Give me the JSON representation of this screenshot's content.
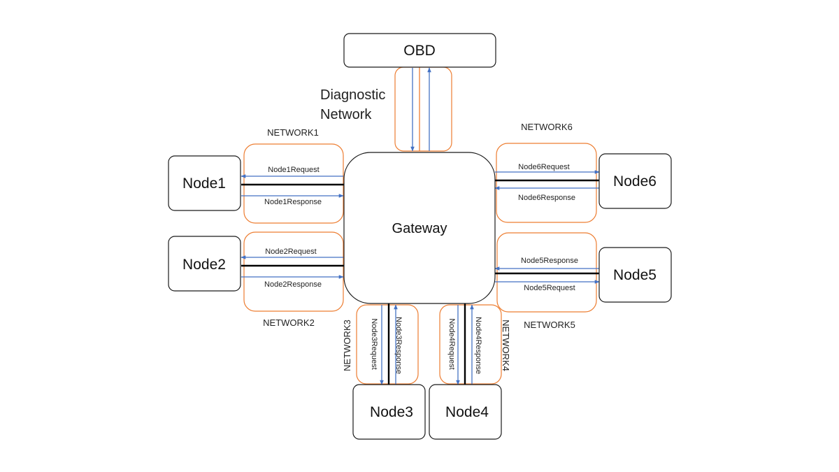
{
  "colors": {
    "node_border": "#1a1a1a",
    "network_border": "#ED7D31",
    "message_arrow": "#4472C4",
    "bus_line": "#000000"
  },
  "gateway": {
    "label": "Gateway"
  },
  "obd": {
    "label": "OBD"
  },
  "diagnostic_network": {
    "line1": "Diagnostic",
    "line2": "Network"
  },
  "nodes": {
    "node1": "Node1",
    "node2": "Node2",
    "node3": "Node3",
    "node4": "Node4",
    "node5": "Node5",
    "node6": "Node6"
  },
  "networks": {
    "network1": "NETWORK1",
    "network2": "NETWORK2",
    "network3": "NETWORK3",
    "network4": "NETWORK4",
    "network5": "NETWORK5",
    "network6": "NETWORK6"
  },
  "messages": {
    "node1_request": "Node1Request",
    "node1_response": "Node1Response",
    "node2_request": "Node2Request",
    "node2_response": "Node2Response",
    "node3_request": "Node3Request",
    "node3_response": "Node3Response",
    "node4_request": "Node4Request",
    "node4_response": "Node4Response",
    "node5_response": "Node5Response",
    "node5_request": "Node5Request",
    "node6_request": "Node6Request",
    "node6_response": "Node6Response"
  }
}
